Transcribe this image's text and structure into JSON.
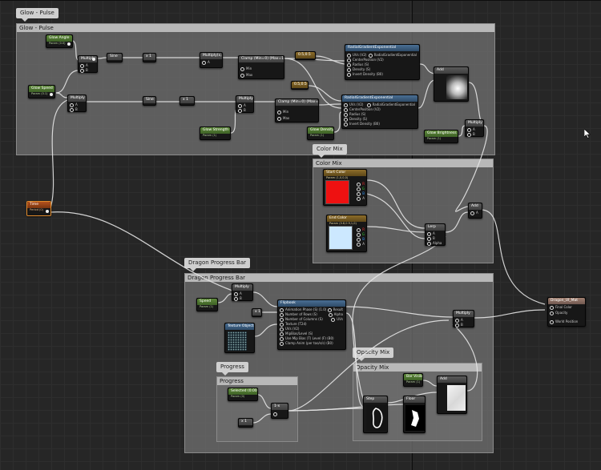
{
  "comments": [
    {
      "id": "glow",
      "title": "Glow - Pulse",
      "bubble": "Glow - Pulse"
    },
    {
      "id": "colormix",
      "title": "Color Mix",
      "bubble": "Color Mix"
    },
    {
      "id": "dragon",
      "title": "Dragon Progress Bar",
      "bubble": "Dragon Progress Bar"
    },
    {
      "id": "progress",
      "title": "Progress",
      "bubble": "Progress"
    },
    {
      "id": "opacity",
      "title": "Opacity Mix",
      "bubble": "Opacity Mix"
    }
  ],
  "nodes": {
    "glow_angle": {
      "title": "Glow Angle",
      "sub": "Param (0.0)"
    },
    "glow_speed": {
      "title": "Glow Speed",
      "sub": "Param (0.1)"
    },
    "multiply_1": {
      "title": "Multiply"
    },
    "multiply_2": {
      "title": "Multiply"
    },
    "sine_1": {
      "title": "Sine"
    },
    "sine_2": {
      "title": "Sine"
    },
    "x_1": {
      "title": "x 1"
    },
    "x_2": {
      "title": "x 1"
    },
    "multiply_3": {
      "title": "Multiply(x,-1)"
    },
    "multiply_4": {
      "title": "Multiply"
    },
    "clamp_1": {
      "title": "Clamp (Min=0) (Max=1)"
    },
    "clamp_2": {
      "title": "Clamp (Min=0) (Max=1)"
    },
    "const_1": {
      "title": "0.5,0.5"
    },
    "const_2": {
      "title": "0.5,0.5"
    },
    "radial_1": {
      "title": "RadialGradientExponential",
      "lines": [
        "UVs (V2)",
        "CenterPosition (V2)",
        "Radius (S)",
        "Density (S)",
        "Invert Density (B0)"
      ],
      "right": "RadialGradientExponential"
    },
    "radial_2": {
      "title": "RadialGradientExponential",
      "lines": [
        "UVs (V2)",
        "CenterPosition (V2)",
        "Radius (S)",
        "Density (S)",
        "Invert Density (B0)"
      ],
      "right": "RadialGradientExponential"
    },
    "glow_strength": {
      "title": "Glow Strength",
      "sub": "Param (1)"
    },
    "glow_density": {
      "title": "Glow Density",
      "sub": "Param (1)"
    },
    "glow_brightness": {
      "title": "Glow Brightness",
      "sub": "Param (1)"
    },
    "add_1": {
      "title": "Add"
    },
    "multiply_5": {
      "title": "Multiply"
    },
    "start_color": {
      "title": "Start Color",
      "sub": "Param (1,0,0,0)"
    },
    "end_color": {
      "title": "End Color",
      "sub": "Param (0.8,0.9,1,0)"
    },
    "lerp_1": {
      "title": "Lerp"
    },
    "add_2": {
      "title": "Add"
    },
    "time": {
      "title": "Time",
      "sub": "Period (0)"
    },
    "speed": {
      "title": "Speed",
      "sub": "Param (1)"
    },
    "multiply_6": {
      "title": "Multiply"
    },
    "x_3": {
      "title": "x 1"
    },
    "texture": {
      "title": "Texture Object",
      "sub": "Param2D"
    },
    "flipbook": {
      "title": "Flipbook",
      "lines": [
        "Animation Phase (S) (1.0)",
        "Number of Rows (S)",
        "Number of Columns (S)",
        "Texture (T2d)",
        "UVs (V2)",
        "MipBias/Level (S)",
        "Use Mip Bias (T) Level (F) (B0)",
        "Clamp Anim (per too/s/s) (B0)"
      ],
      "outs": [
        "Result",
        "Alpha",
        "UVs"
      ]
    },
    "multiply_7": {
      "title": "Multiply"
    },
    "dragon_mat": {
      "title": "Dragon_UI_Mat",
      "lines": [
        "Final Color",
        "Opacity",
        "World Position"
      ]
    },
    "selected": {
      "title": "Selected (0.00)",
      "sub": "Param (0)"
    },
    "x_4": {
      "title": "x 1"
    },
    "invert": {
      "title": "1-x"
    },
    "step": {
      "title": "Step"
    },
    "floor": {
      "title": "Floor"
    },
    "bar_visibility": {
      "title": "Bar Visibility",
      "sub": "Param (1)"
    },
    "add_3": {
      "title": "Add"
    }
  },
  "colors": {
    "start": "#ee1111",
    "end": "#cce8ff",
    "accent": "#e08a2a"
  }
}
